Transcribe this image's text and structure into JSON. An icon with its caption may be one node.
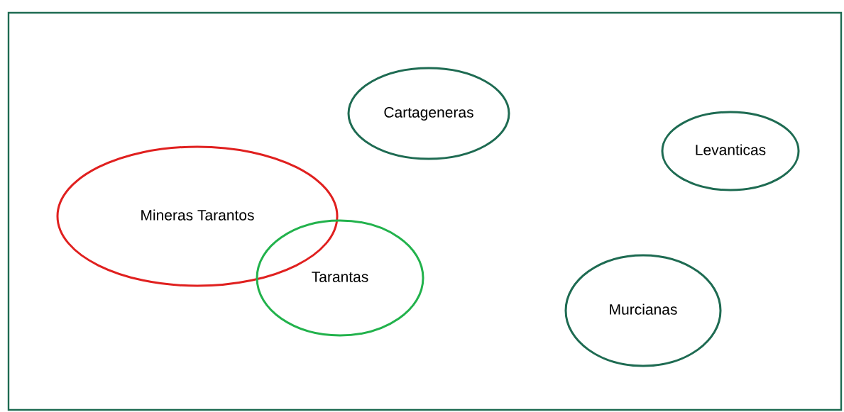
{
  "diagram": {
    "nodes": [
      {
        "text": [
          "Cartageneras"
        ]
      },
      {
        "text": [
          "Levanticas"
        ]
      },
      {
        "text": [
          "Mineras Tarantos"
        ]
      },
      {
        "text": [
          "Tarantas"
        ]
      },
      {
        "text": [
          "Murcianas"
        ]
      }
    ]
  }
}
